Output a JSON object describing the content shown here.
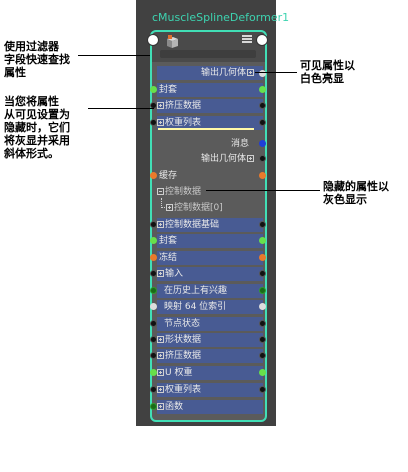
{
  "node": {
    "title": "cMuscleSplineDeformer1",
    "header_icon": "node-cube-icon",
    "menu_icon": "hamburger-menu-icon"
  },
  "rows": {
    "r1": "输出几何体",
    "r2": "封套",
    "r3": "挤压数据",
    "r4": "权重列表",
    "r5": "消息",
    "r6": "输出几何体",
    "r7": "缓存",
    "r8": "控制数据",
    "r9": "控制数据[0]",
    "r10": "控制数据基础",
    "r11": "封套",
    "r12": "冻结",
    "r13": "输入",
    "r14": "在历史上有兴趣",
    "r15": "映射 64 位索引",
    "r16": "节点状态",
    "r17": "形状数据",
    "r18": "挤压数据",
    "r19": "U 权重",
    "r20": "权重列表",
    "r21": "函数"
  },
  "callouts": {
    "filter": "使用过滤器\n字段快速查找\n属性",
    "greyed": "当您将属性\n从可见设置为\n隐藏时，它们\n将灰显并采用\n斜体形式。",
    "visible": "可见属性以\n白色亮显",
    "hidden": "隐藏的属性以\n灰色显示"
  },
  "colors": {
    "panel_bg": "#414141",
    "node_border": "#41dfb6",
    "row_blue": "#485b93",
    "title": "#3dd3b0"
  }
}
